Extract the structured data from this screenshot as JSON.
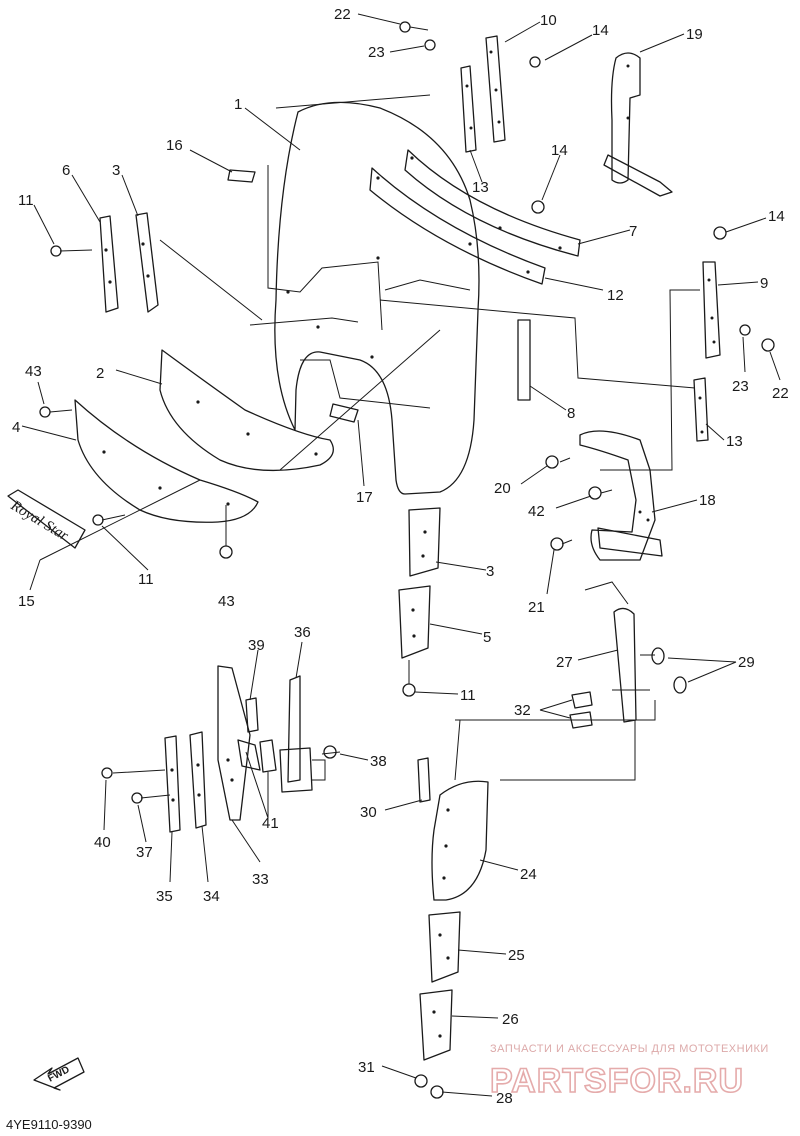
{
  "diagram_code": "4YE9110-9390",
  "forward_marker": "FWD",
  "emblem_text": "Royal Star",
  "watermark": {
    "tagline": "ЗАПЧАСТИ И АКСЕССУАРЫ ДЛЯ МОТОТЕХНИКИ",
    "brand": "PARTSFOR.RU"
  },
  "callouts": [
    {
      "id": "c22a",
      "text": "22"
    },
    {
      "id": "c10",
      "text": "10"
    },
    {
      "id": "c14a",
      "text": "14"
    },
    {
      "id": "c19",
      "text": "19"
    },
    {
      "id": "c23a",
      "text": "23"
    },
    {
      "id": "c1",
      "text": "1"
    },
    {
      "id": "c16",
      "text": "16"
    },
    {
      "id": "c13a",
      "text": "13"
    },
    {
      "id": "c14b",
      "text": "14"
    },
    {
      "id": "c6",
      "text": "6"
    },
    {
      "id": "c3a",
      "text": "3"
    },
    {
      "id": "c11a",
      "text": "11"
    },
    {
      "id": "c7",
      "text": "7"
    },
    {
      "id": "c14c",
      "text": "14"
    },
    {
      "id": "c12",
      "text": "12"
    },
    {
      "id": "c9",
      "text": "9"
    },
    {
      "id": "c2",
      "text": "2"
    },
    {
      "id": "c43a",
      "text": "43"
    },
    {
      "id": "c4",
      "text": "4"
    },
    {
      "id": "c8",
      "text": "8"
    },
    {
      "id": "c23b",
      "text": "23"
    },
    {
      "id": "c22b",
      "text": "22"
    },
    {
      "id": "c13b",
      "text": "13"
    },
    {
      "id": "c17",
      "text": "17"
    },
    {
      "id": "c20",
      "text": "20"
    },
    {
      "id": "c18",
      "text": "18"
    },
    {
      "id": "c42",
      "text": "42"
    },
    {
      "id": "c3b",
      "text": "3"
    },
    {
      "id": "c11b",
      "text": "11"
    },
    {
      "id": "c15",
      "text": "15"
    },
    {
      "id": "c43b",
      "text": "43"
    },
    {
      "id": "c21",
      "text": "21"
    },
    {
      "id": "c5",
      "text": "5"
    },
    {
      "id": "c39",
      "text": "39"
    },
    {
      "id": "c36",
      "text": "36"
    },
    {
      "id": "c27",
      "text": "27"
    },
    {
      "id": "c29",
      "text": "29"
    },
    {
      "id": "c11c",
      "text": "11"
    },
    {
      "id": "c32",
      "text": "32"
    },
    {
      "id": "c38",
      "text": "38"
    },
    {
      "id": "c40",
      "text": "40"
    },
    {
      "id": "c41",
      "text": "41"
    },
    {
      "id": "c37",
      "text": "37"
    },
    {
      "id": "c30",
      "text": "30"
    },
    {
      "id": "c24",
      "text": "24"
    },
    {
      "id": "c33",
      "text": "33"
    },
    {
      "id": "c35",
      "text": "35"
    },
    {
      "id": "c34",
      "text": "34"
    },
    {
      "id": "c25",
      "text": "25"
    },
    {
      "id": "c26",
      "text": "26"
    },
    {
      "id": "c31",
      "text": "31"
    },
    {
      "id": "c28",
      "text": "28"
    }
  ]
}
